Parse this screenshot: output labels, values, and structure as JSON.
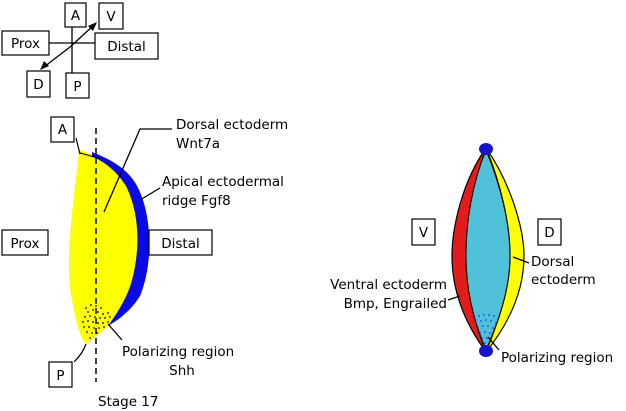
{
  "axes_key": {
    "anterior": "A",
    "ventral": "V",
    "proximal": "Prox",
    "distal": "Distal",
    "dorsal": "D",
    "posterior": "P"
  },
  "left_diagram": {
    "anterior": "A",
    "posterior": "P",
    "proximal": "Prox",
    "distal": "Distal",
    "dorsal_ectoderm": "Dorsal ectoderm",
    "dorsal_gene": "Wnt7a",
    "aer_line1": "Apical ectodermal",
    "aer_line2": "ridge  Fgf8",
    "polarizing_region": "Polarizing region",
    "polarizing_gene": "Shh",
    "stage": "Stage 17"
  },
  "right_diagram": {
    "ventral": "V",
    "dorsal": "D",
    "dorsal_line1": "Dorsal",
    "dorsal_line2": "ectoderm",
    "ventral_line1": "Ventral ectoderm",
    "ventral_line2": "Bmp, Engrailed",
    "polarizing_region": "Polarizing region"
  },
  "colors": {
    "mesenchyme_yellow": "#ffff00",
    "dorsal_blue": "#0a0ae6",
    "dorsal_yellow": "#ffff00",
    "ventral_red": "#e31b1b",
    "cross_section_fill": "#4fc2d9",
    "tip_blue": "#1414c8"
  }
}
